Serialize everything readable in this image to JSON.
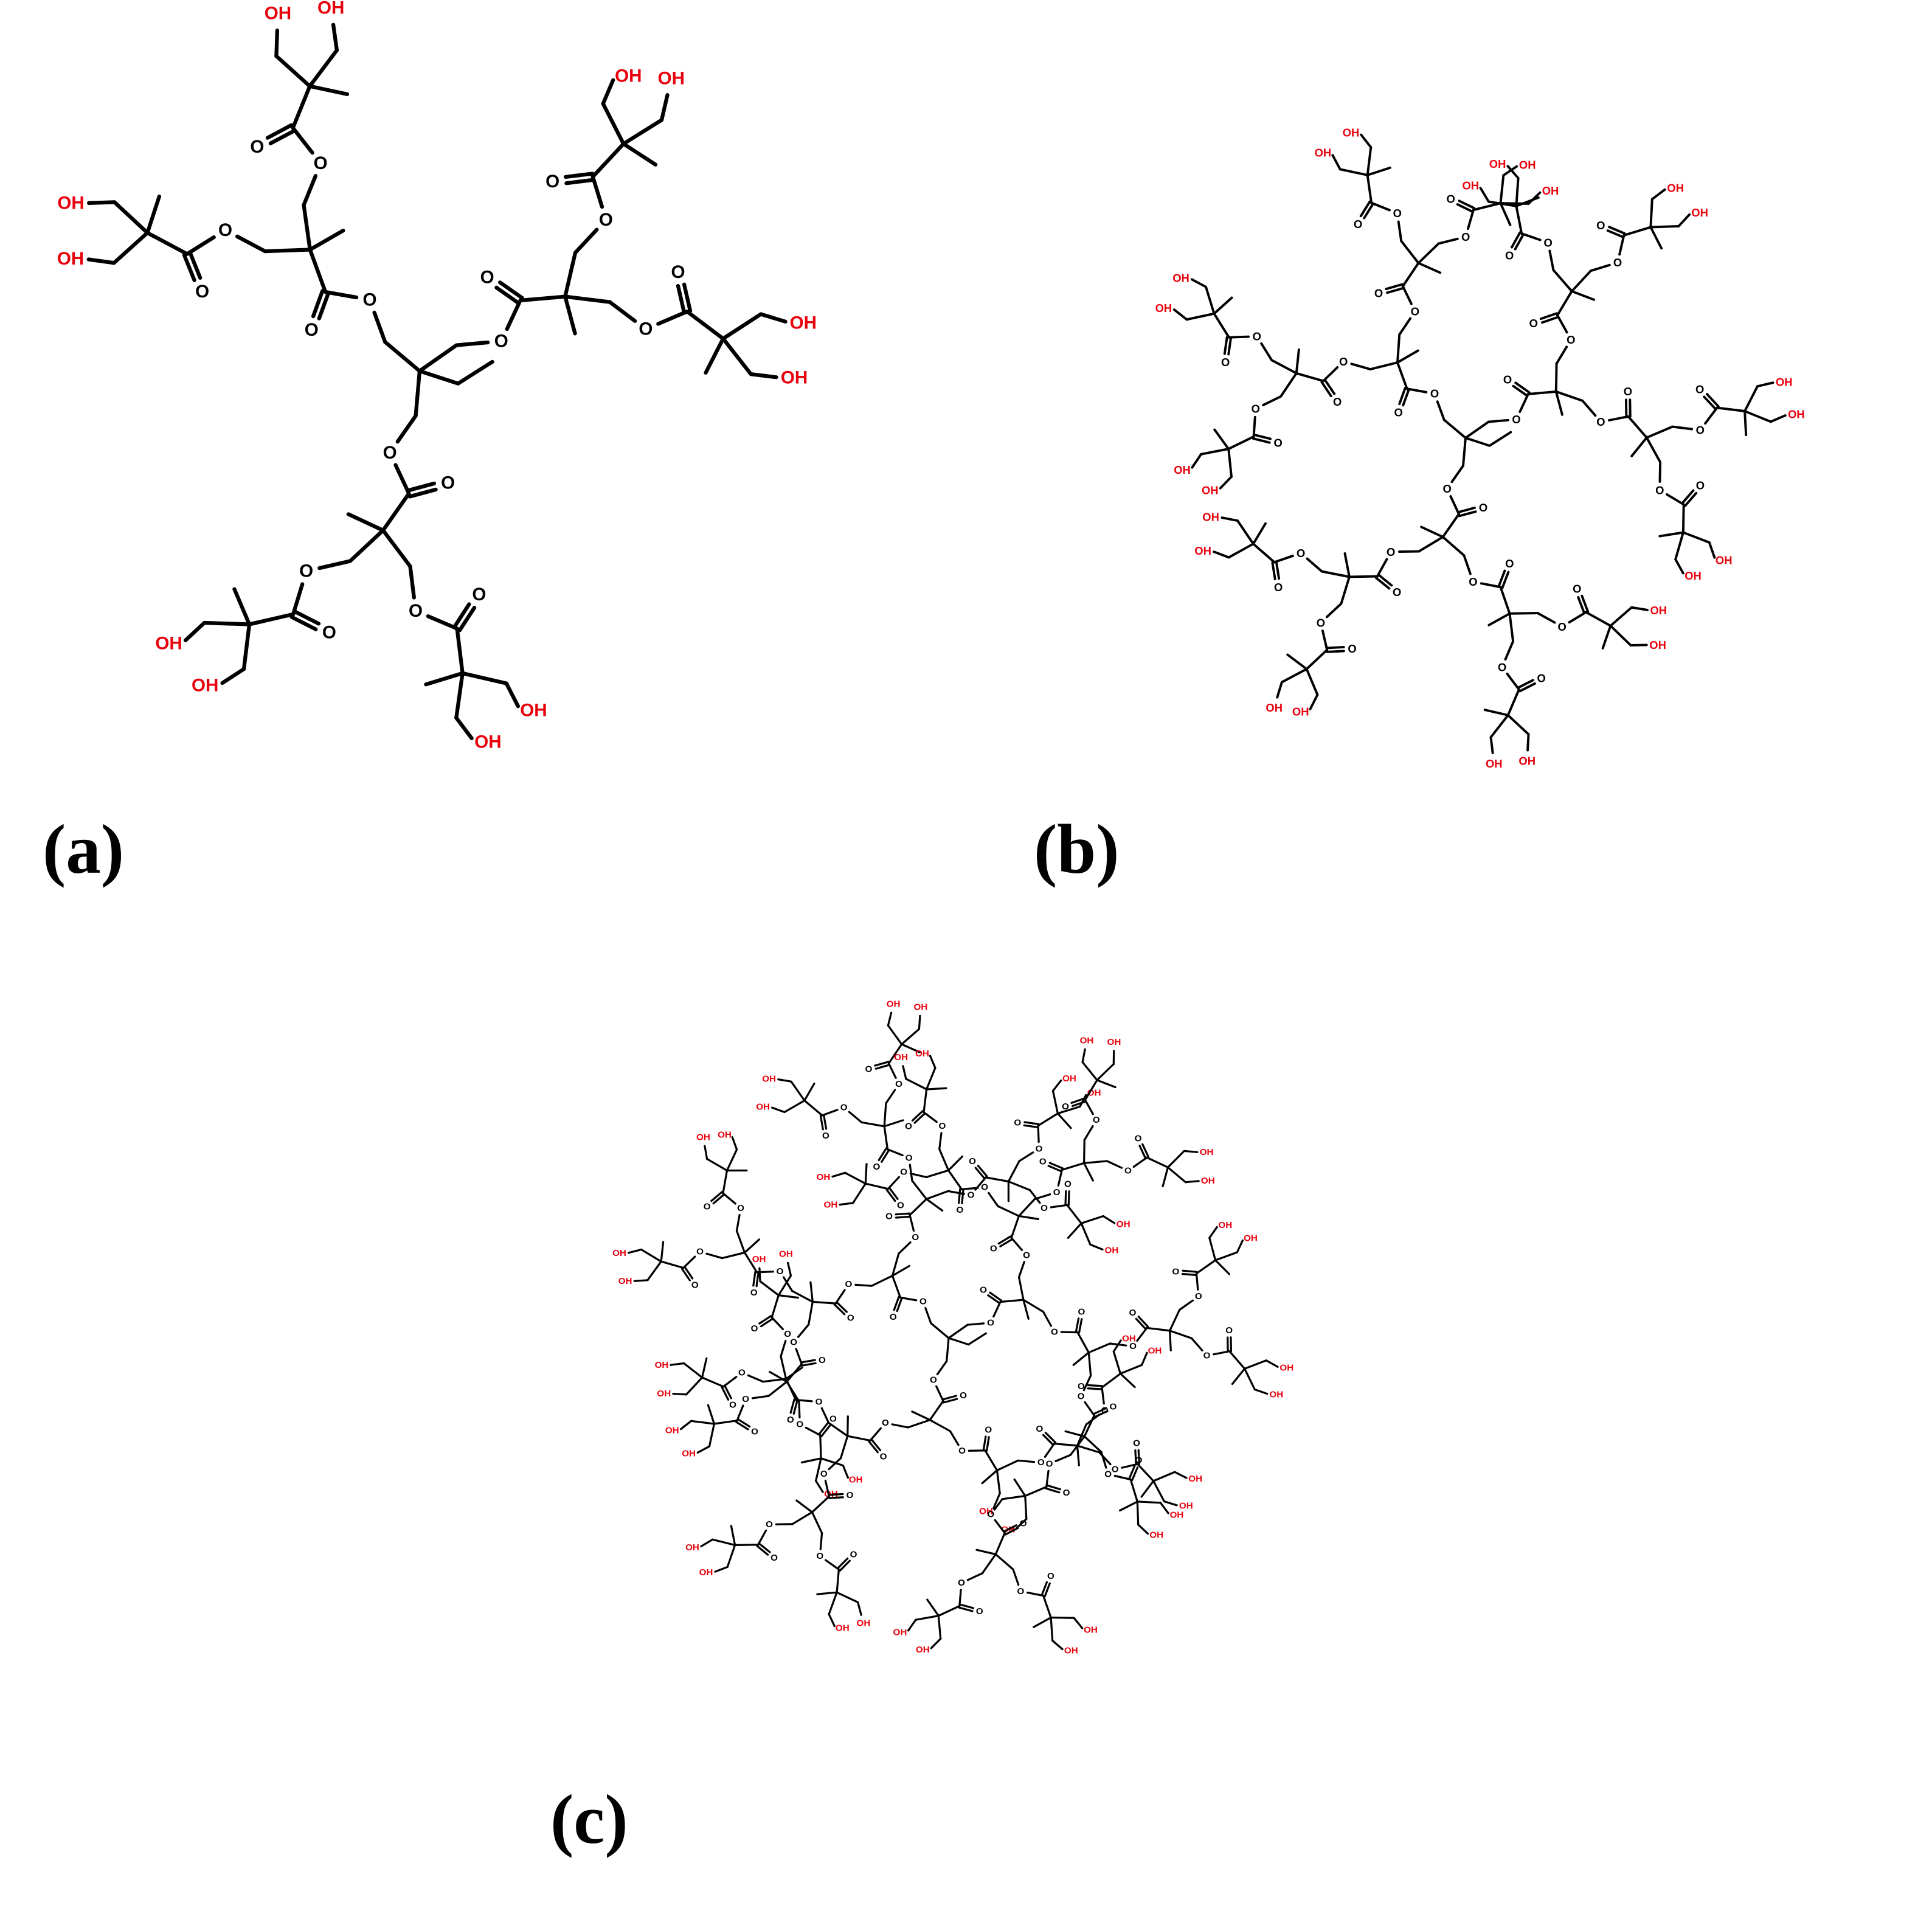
{
  "figure": {
    "panels": [
      {
        "id": "a",
        "label": "(a)"
      },
      {
        "id": "b",
        "label": "(b)"
      },
      {
        "id": "c",
        "label": "(c)"
      }
    ],
    "atom_labels": {
      "hydroxyl": "OH",
      "ether_oxygen": "O",
      "carbonyl_oxygen": "O"
    },
    "colors": {
      "bond": "#000000",
      "hydroxyl": "#e8000b",
      "oxygen": "#000000",
      "background": "#ffffff"
    }
  }
}
